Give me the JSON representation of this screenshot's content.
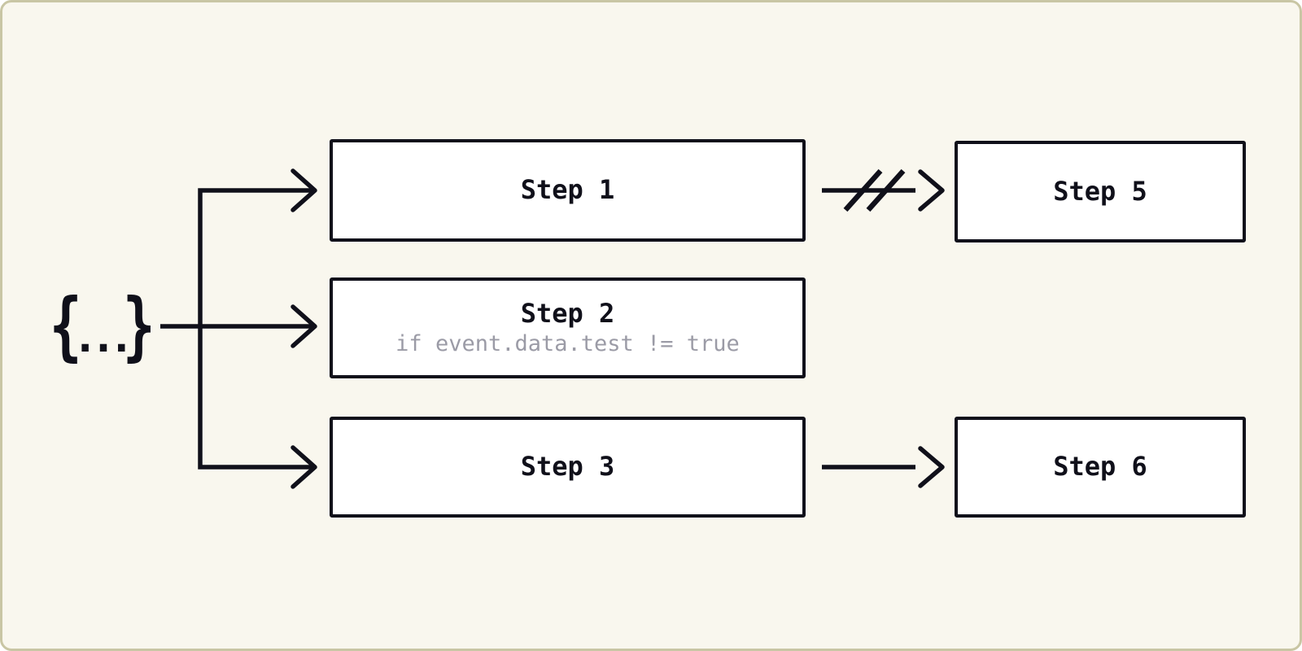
{
  "theme": {
    "bg": "#f9f7ee",
    "frame": "#c9c6a4",
    "ink": "#10101a",
    "muted": "#9b9ba6",
    "node_fill": "#ffffff"
  },
  "diagram": {
    "source": {
      "icon": "braces-ellipsis-icon",
      "open_brace": "{",
      "ellipsis": "...",
      "close_brace": "}"
    },
    "nodes": [
      {
        "id": "step-1",
        "title": "Step 1"
      },
      {
        "id": "step-2",
        "title": "Step 2",
        "subtitle": "if event.data.test != true"
      },
      {
        "id": "step-3",
        "title": "Step 3"
      },
      {
        "id": "step-5",
        "title": "Step 5"
      },
      {
        "id": "step-6",
        "title": "Step 6"
      }
    ],
    "edges": [
      {
        "from": "source",
        "to": "step-1",
        "style": "arrow"
      },
      {
        "from": "source",
        "to": "step-2",
        "style": "arrow"
      },
      {
        "from": "source",
        "to": "step-3",
        "style": "arrow"
      },
      {
        "from": "step-1",
        "to": "step-5",
        "style": "cancelled-arrow"
      },
      {
        "from": "step-3",
        "to": "step-6",
        "style": "arrow"
      }
    ]
  }
}
